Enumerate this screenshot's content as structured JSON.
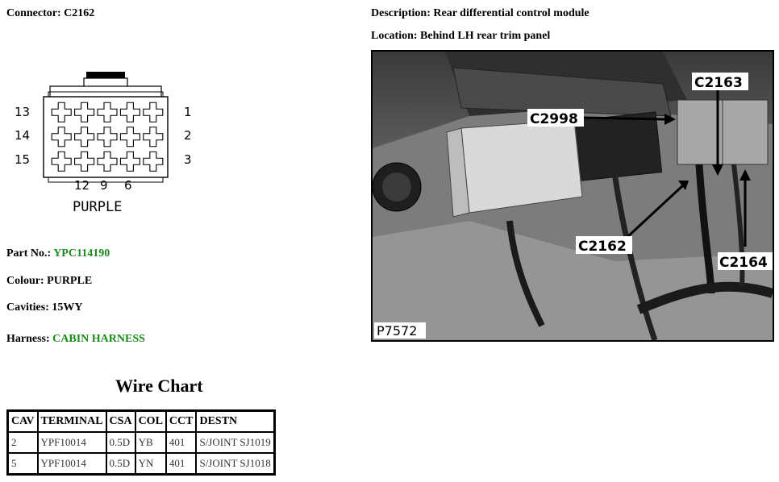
{
  "connector": {
    "label": "Connector: C2162"
  },
  "description": {
    "label": "Description: Rear differential control module"
  },
  "location": {
    "label": "Location: Behind LH rear trim panel"
  },
  "diagram": {
    "pin_left": [
      "13",
      "14",
      "15"
    ],
    "pin_right": [
      "1",
      "2",
      "3"
    ],
    "pin_bottom": [
      "12",
      "9",
      "6"
    ],
    "colour_text": "PURPLE"
  },
  "part": {
    "prefix": "Part No.: ",
    "value": "YPC114190"
  },
  "colour": {
    "label": "Colour: PURPLE"
  },
  "cavities": {
    "label": "Cavities: 15WY"
  },
  "harness": {
    "prefix": "Harness: ",
    "value": "CABIN HARNESS"
  },
  "photo": {
    "callouts": [
      "C2998",
      "C2163",
      "C2162",
      "C2164"
    ],
    "ref": "P7572"
  },
  "wire_chart": {
    "title": "Wire Chart",
    "headers": [
      "CAV",
      "TERMINAL",
      "CSA",
      "COL",
      "CCT",
      "DESTN"
    ],
    "rows": [
      [
        "2",
        "YPF10014",
        "0.5D",
        "YB",
        "401",
        "S/JOINT SJ1019"
      ],
      [
        "5",
        "YPF10014",
        "0.5D",
        "YN",
        "401",
        "S/JOINT SJ1018"
      ]
    ]
  },
  "colors": {
    "link_green": "#1a8a1a"
  }
}
